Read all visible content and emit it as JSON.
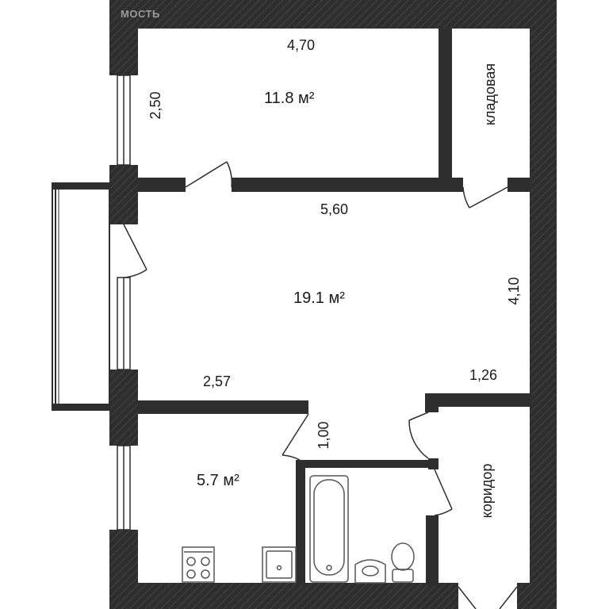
{
  "watermark": "МОСТЬ",
  "rooms": {
    "bedroom_area": "11.8 м²",
    "living_area": "19.1 м²",
    "kitchen_area": "5.7 м²",
    "storage_label": "кладовая",
    "corridor_label": "коридор"
  },
  "dimensions": {
    "bedroom_width": "4,70",
    "bedroom_depth": "2,50",
    "living_width": "5,60",
    "living_depth": "4,10",
    "kitchen_wall": "2,57",
    "passage_width": "1,00",
    "corridor_wall": "1,26"
  },
  "colors": {
    "wall": "#2e2e2e",
    "wall_hatch": "#4a4a4a",
    "floor": "#ffffff",
    "fixture": "#555555"
  },
  "icons": [
    "stove-icon",
    "sink-icon",
    "bathtub-icon",
    "washbasin-icon",
    "toilet-icon"
  ]
}
